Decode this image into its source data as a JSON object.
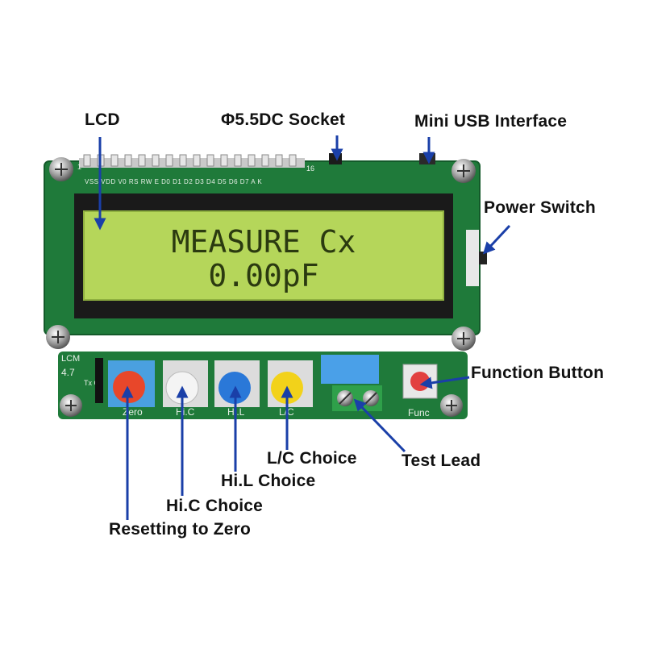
{
  "labels": {
    "lcd": "LCD",
    "socket": "Φ5.5DC Socket",
    "usb": "Mini USB Interface",
    "power_switch": "Power Switch",
    "function_button": "Function Button",
    "test_lead": "Test Lead",
    "lc_choice": "L/C Choice",
    "hil_choice": "Hi.L Choice",
    "hic_choice": "Hi.C Choice",
    "reset_zero": "Resetting to Zero"
  },
  "lcd_display": {
    "line1": "MEASURE Cx",
    "line2": "0.00pF"
  },
  "board": {
    "module_label": "LCM",
    "header_pin_first": "1",
    "header_pin_last": "16",
    "pin_labels": "VSS VDD V0 RS RW E D0 D1 D2 D3 D4 D5 D6 D7 A K",
    "voltage_label": "4.7",
    "side_pins": "Tx G",
    "button_zero": "Zero",
    "button_hic": "Hi.C",
    "button_hil": "Hi.L",
    "button_lc": "L/C",
    "button_func": "Func"
  },
  "colors": {
    "pcb": "#1f7a3a",
    "lcd_screen": "#b5d65a",
    "arrow": "#1a3fa8",
    "btn_red": "#e8472a",
    "btn_white": "#f2f2f2",
    "btn_blue": "#2a78d8",
    "btn_yellow": "#f2d21a"
  }
}
